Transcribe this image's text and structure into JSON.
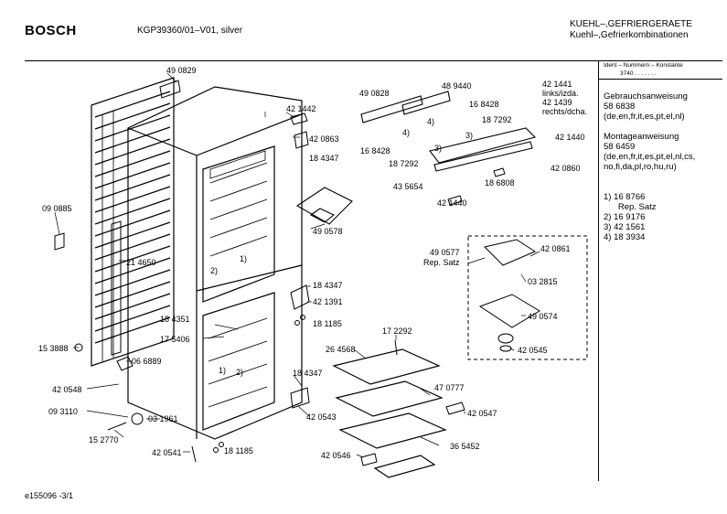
{
  "header": {
    "brand": "BOSCH",
    "model": "KGP39360/01–V01, silver",
    "category_line1": "KUEHL–,GEFRIERGERAETE",
    "category_line2": "Kuehl–,Gefrierkombinationen"
  },
  "sidebar": {
    "ident_title": "Ident – Nummern – Konstante",
    "ident_value": "3740  .  .  .  .  .  .  .",
    "manual_1": [
      "Gebrauchsanweisung",
      "58 6838",
      "(de,en,fr,it,es,pt,el,nl)"
    ],
    "manual_2": [
      "Montageanweisung",
      "58 6459",
      "(de,en,fr,it,es,pt,el,nl,cs,",
      "no,fi,da,pl,ro,hu,ru)"
    ],
    "notes": [
      "1)  16 8766",
      "      Rep. Satz",
      "2)  16 9176",
      "3)  42 1561",
      "4)  18 3934"
    ]
  },
  "parts": {
    "p490829": "49 0829",
    "p421442": "42 1442",
    "p420863": "42 0863",
    "p184347a": "18 4347",
    "p090885": "09 0885",
    "p214650": "21 4650",
    "p490578": "49 0578",
    "p490828": "49 0828",
    "p489440": "48 9440",
    "p168428a": "16 8428",
    "p187292a": "18 7292",
    "p168428b": "16 8428",
    "p187292b": "18 7292",
    "p421441": "42 1441",
    "links": "links/izda.",
    "p421439": "42 1439",
    "rechts": "rechts/dcha.",
    "p421440a": "42 1440",
    "p420860": "42 0860",
    "p186808": "18 6808",
    "p435654": "43 5654",
    "p421440b": "42 1440",
    "p490577": "49 0577",
    "repsatz": "Rep. Satz",
    "p420861": "42 0861",
    "p032815": "03 2815",
    "p490574": "49 0574",
    "p420545": "42 0545",
    "p184347b": "18 4347",
    "p421391": "42 1391",
    "p181185a": "18 1185",
    "p184351": "18 4351",
    "p175406": "17 5406",
    "p153888": "15 3888",
    "p066889": "06 6889",
    "p420548": "42 0548",
    "p093110": "09 3110",
    "p031961": "03 1961",
    "p152770": "15 2770",
    "p420541": "42 0541",
    "p181185b": "18 1185",
    "p184347c": "18 4347",
    "p420543": "42 0543",
    "p172292": "17 2292",
    "p264568": "26 4568",
    "p470777": "47 0777",
    "p420547": "42 0547",
    "p365452": "36 5452",
    "p420546": "42 0546"
  },
  "markers": {
    "m1a": "1)",
    "m2a": "2)",
    "m1b": "1)",
    "m2b": "2)",
    "m3": "3)",
    "m3b": "3)",
    "m4": "4)",
    "m4b": "4)"
  },
  "footer": {
    "code": "e155096  -3/1"
  }
}
